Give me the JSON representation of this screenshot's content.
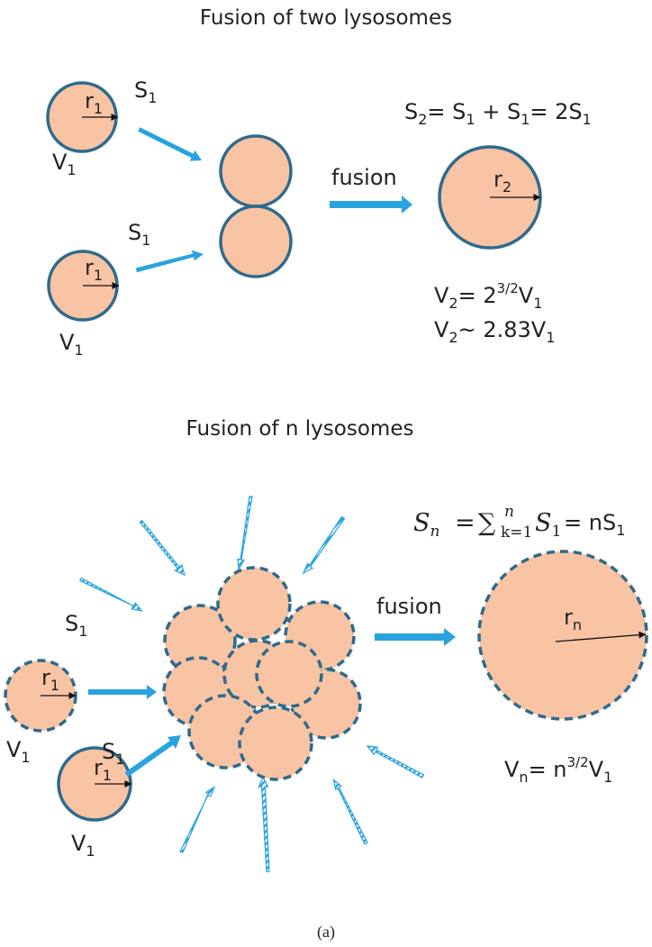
{
  "caption": "(a)",
  "panel_top": {
    "title": "Fusion of two lysosomes",
    "process_label": "fusion",
    "lysosome_upper": {
      "radius_label": "r",
      "radius_sub": "1",
      "area_label": "S",
      "area_sub": "1",
      "volume_label": "V",
      "volume_sub": "1"
    },
    "lysosome_lower": {
      "radius_label": "r",
      "radius_sub": "1",
      "area_label": "S",
      "area_sub": "1",
      "volume_label": "V",
      "volume_sub": "1"
    },
    "result": {
      "radius_label": "r",
      "radius_sub": "2",
      "area_eq": {
        "a": "S",
        "a_sub": "2",
        "b": "= S",
        "b_sub": "1",
        "c": " + S",
        "c_sub": "1",
        "d": "= 2S",
        "d_sub": "1"
      },
      "volume_eq1": {
        "a": "V",
        "a_sub": "2",
        "b": "= 2",
        "sup": "3/2",
        "c": "V",
        "c_sub": "1"
      },
      "volume_eq2": {
        "a": "V",
        "a_sub": "2",
        "b": "~ 2.83V",
        "b_sub": "1"
      }
    }
  },
  "panel_bottom": {
    "title": "Fusion of n lysosomes",
    "process_label": "fusion",
    "lysosome_upper": {
      "radius_label": "r",
      "radius_sub": "1",
      "area_label": "S",
      "area_sub": "1",
      "volume_label": "V",
      "volume_sub": "1"
    },
    "lysosome_lower": {
      "radius_label": "r",
      "radius_sub": "1",
      "area_label": "S",
      "area_sub": "1",
      "volume_label": "V",
      "volume_sub": "1"
    },
    "result": {
      "radius_label": "r",
      "radius_sub": "n",
      "area_eq": {
        "S": "S",
        "S_sub": "n",
        "eq": "=",
        "sum": "∑",
        "sum_top": "n",
        "sum_bottom": "k=1",
        "S2": "S",
        "S2_sub": "1",
        "rest": "= nS",
        "rest_sub": "1"
      },
      "volume_eq": {
        "a": "V",
        "a_sub": "n",
        "b": "= n",
        "sup": "3/2",
        "c": "V",
        "c_sub": "1"
      }
    }
  },
  "colors": {
    "lysosome_fill": "#f8c4a4",
    "lysosome_stroke": "#2f6a8c",
    "arrow": "#29a3e0"
  }
}
